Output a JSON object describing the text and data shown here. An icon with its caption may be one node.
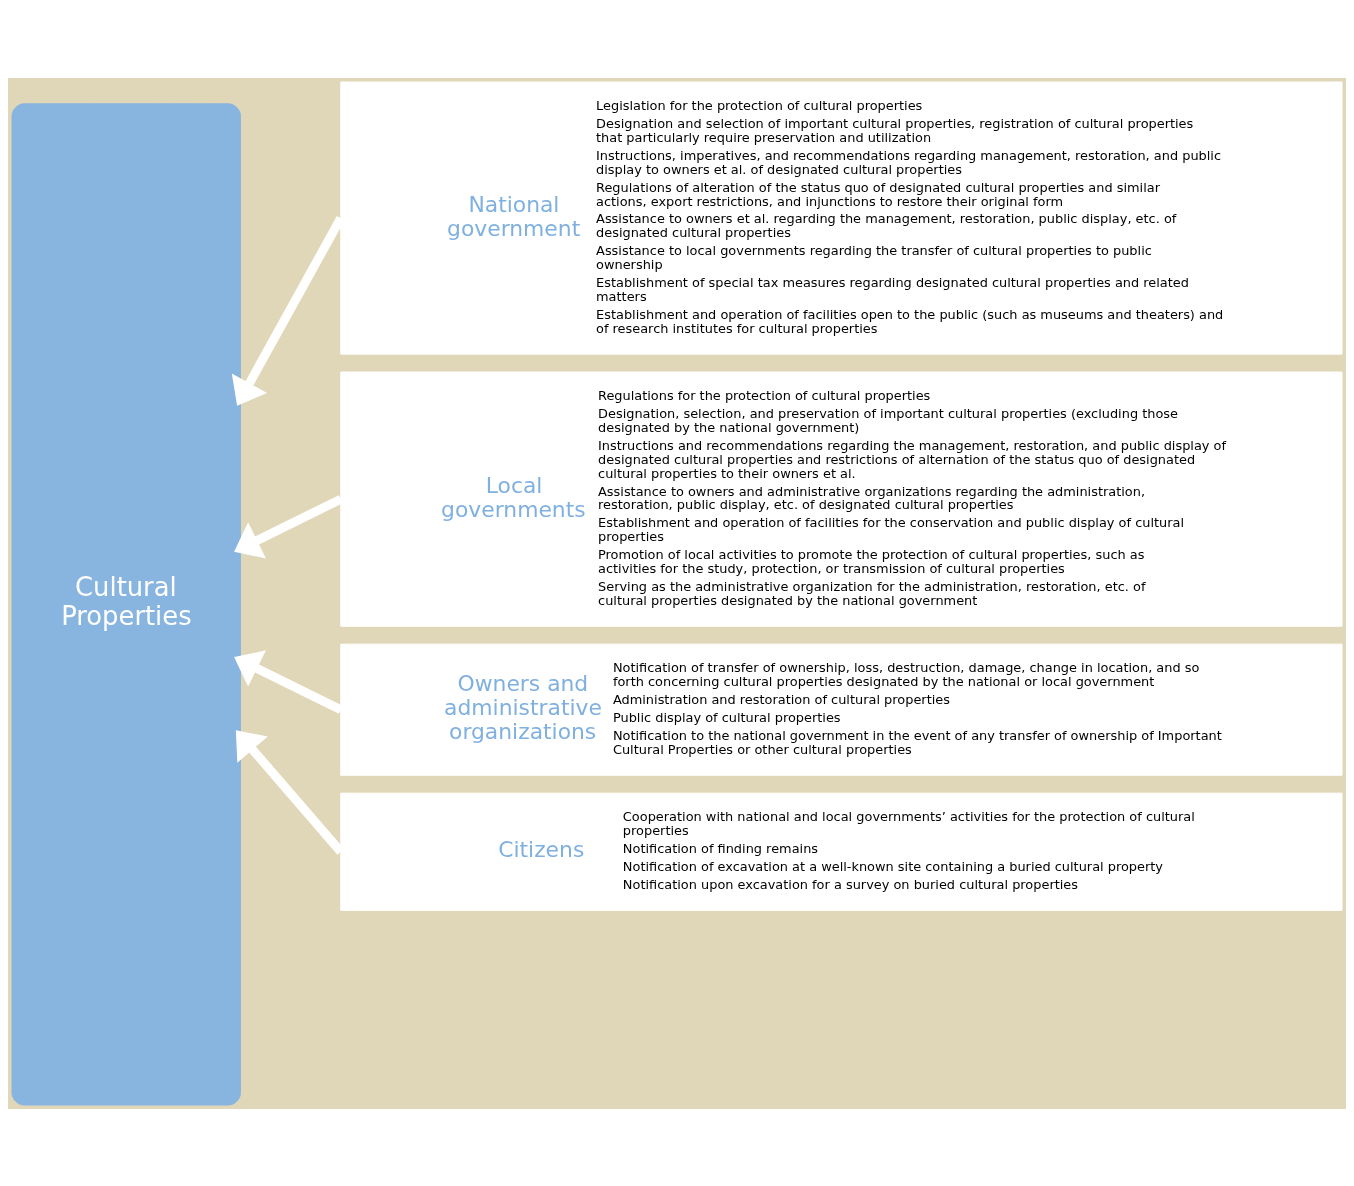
{
  "diagram": {
    "nodes": [
      {
        "text": [
          "Cultural Properties"
        ]
      },
      {
        "text": [
          "National government",
          "Legislation for the protection of cultural properties",
          "Designation and selection of important cultural properties, registration of cultural properties that particularly require preservation and utilization",
          "Instructions, imperatives, and recommendations regarding management, restoration, and public display to owners et al. of designated cultural properties",
          "Regulations of alteration of the status quo of designated cultural properties and similar actions, export restrictions, and injunctions to restore their original form",
          "Assistance to owners et al. regarding the management, restoration, public display, etc. of designated cultural properties",
          "Assistance to local governments regarding the transfer of cultural properties to public ownership",
          "Establishment of special tax measures regarding designated cultural properties and related matters",
          "Establishment and operation of facilities open to the public (such as museums and theaters) and of research institutes for cultural properties"
        ]
      },
      {
        "text": [
          "Local governments",
          "Regulations for the protection of cultural properties",
          "Designation, selection, and preservation of important cultural properties (excluding those designated by the national government)",
          "Instructions and recommendations regarding the management, restoration, and public display of designated cultural properties and restrictions of alternation of the status quo of designated cultural properties to their owners et al.",
          "Assistance to owners and administrative organizations regarding the administration, restoration, public display, etc. of designated cultural properties",
          "Establishment and operation of facilities for the conservation and public display of cultural properties",
          "Promotion of local activities to promote the protection of cultural properties, such as activities for the study, protection, or transmission of cultural properties",
          "Serving as the administrative organization for the administration, restoration, etc. of cultural properties designated by the national government"
        ]
      },
      {
        "text": [
          "Owners and administrative organizations",
          "Notification of transfer of ownership, loss, destruction, damage, change in location, and so forth concerning cultural properties designated by the national or local government",
          "Administration and restoration of cultural properties",
          "Public display of cultural properties",
          "Notification to the national government in the event of any transfer of ownership of Important Cultural Properties or other cultural properties"
        ]
      },
      {
        "text": [
          "Citizens",
          "Cooperation with national and local governments’ activities for the protection of cultural properties",
          "Notification of finding remains",
          "Notification of excavation at a well-known site containing a buried cultural property",
          "Notification upon excavation for a survey on buried cultural properties"
        ]
      }
    ],
    "edges": [
      {
        "from": 1,
        "to": 0,
        "arrow": "to"
      },
      {
        "from": 2,
        "to": 0,
        "arrow": "to"
      },
      {
        "from": 3,
        "to": 0,
        "arrow": "to"
      },
      {
        "from": 4,
        "to": 0,
        "arrow": "to"
      }
    ]
  }
}
